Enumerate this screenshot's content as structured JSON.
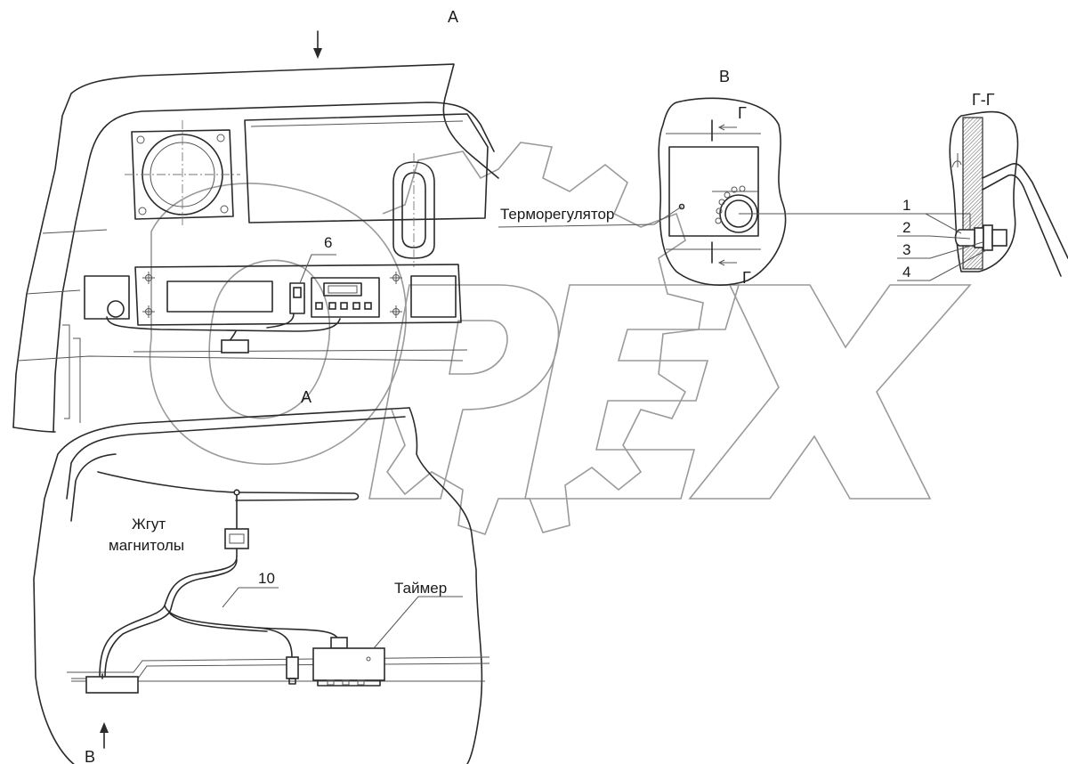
{
  "view_labels": {
    "view_a_top": "А",
    "view_a_mid": "А",
    "view_b_title": "В",
    "view_b_bottom": "В",
    "section_mark_top": "Г",
    "section_mark_bottom": "Г",
    "section_title": "Г-Г"
  },
  "callouts": {
    "item_6": "6",
    "item_10": "10",
    "item_1": "1",
    "item_2": "2",
    "item_3": "3",
    "item_4": "4"
  },
  "annotations": {
    "thermostat": "Терморегулятор",
    "radio_harness_line1": "Жгут",
    "radio_harness_line2": "магнитолы",
    "timer": "Таймер"
  },
  "watermark": "ОРЕХ"
}
